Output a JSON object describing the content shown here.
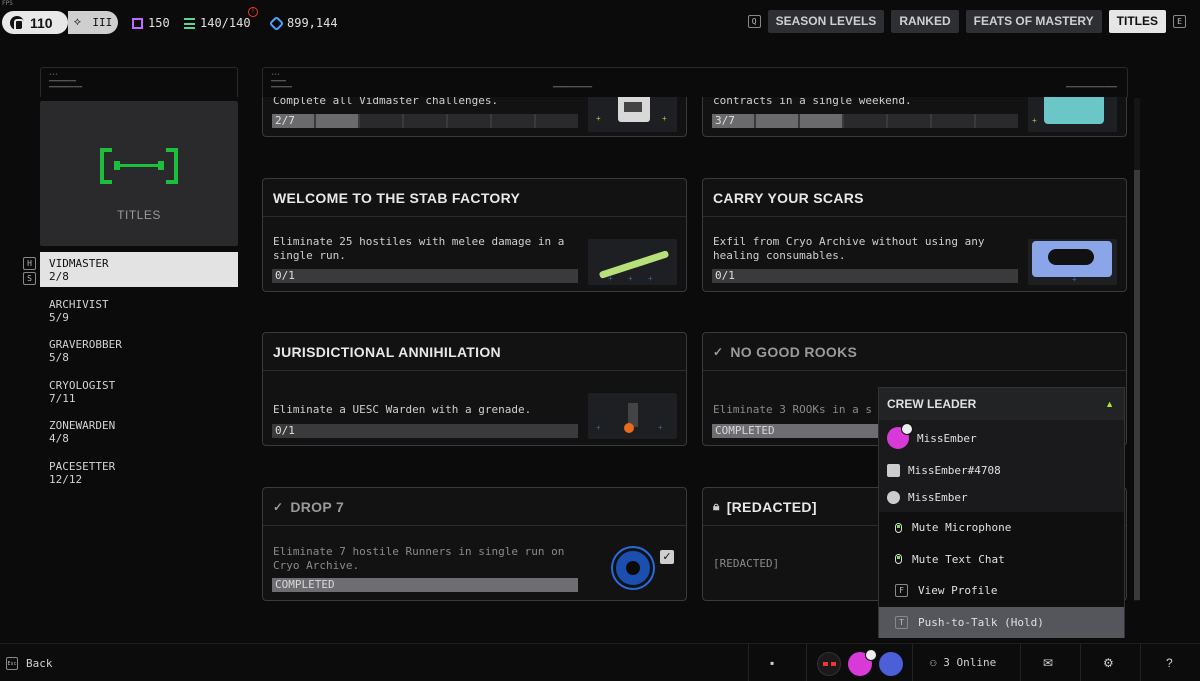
{
  "topbar": {
    "fps_label": "FPS",
    "level": "110",
    "rank_glyph": "III",
    "stat_keys": "150",
    "stat_stash": "140/140",
    "stat_credits": "899,144",
    "alert_glyph": "!",
    "tab_key_left": "Q",
    "tab_key_right": "E",
    "tabs": [
      "SEASON LEVELS",
      "RANKED",
      "FEATS OF MASTERY",
      "TITLES"
    ]
  },
  "sidebar": {
    "box_label": "TITLES",
    "hs_keys": [
      "H",
      "S"
    ],
    "categories": [
      {
        "name": "VIDMASTER",
        "progress": "2/8"
      },
      {
        "name": "ARCHIVIST",
        "progress": "5/9"
      },
      {
        "name": "GRAVEROBBER",
        "progress": "5/8"
      },
      {
        "name": "CRYOLOGIST",
        "progress": "7/11"
      },
      {
        "name": "ZONEWARDEN",
        "progress": "4/8"
      },
      {
        "name": "PACESETTER",
        "progress": "12/12"
      }
    ]
  },
  "cards": {
    "c1": {
      "desc": "Complete all Vidmaster challenges.",
      "progress": "2/7"
    },
    "c2": {
      "desc": "contracts in a single weekend.",
      "progress": "3/7"
    },
    "c3": {
      "title": "WELCOME TO THE STAB FACTORY",
      "desc": "Eliminate 25 hostiles with melee damage in a single run.",
      "progress": "0/1"
    },
    "c4": {
      "title": "CARRY YOUR SCARS",
      "desc": "Exfil from Cryo Archive without using any healing consumables.",
      "progress": "0/1"
    },
    "c5": {
      "title": "JURISDICTIONAL ANNIHILATION",
      "desc": "Eliminate a UESC Warden with a grenade.",
      "progress": "0/1"
    },
    "c6": {
      "title": "NO GOOD ROOKS",
      "desc": "Eliminate 3 ROOKs in a s",
      "progress": "COMPLETED"
    },
    "c7": {
      "title": "DROP 7",
      "desc": "Eliminate 7 hostile Runners in single run on Cryo Archive.",
      "progress": "COMPLETED"
    },
    "c8": {
      "title": "[REDACTED]",
      "desc": "[REDACTED]"
    }
  },
  "crew": {
    "header": "CREW LEADER",
    "player_name": "MissEmber",
    "platform_id_1": "MissEmber#4708",
    "platform_id_2": "MissEmber",
    "menu": [
      "Mute Microphone",
      "Mute Text Chat",
      "View Profile",
      "Push-to-Talk (Hold)"
    ],
    "menu_keys": [
      "",
      "",
      "F",
      "T"
    ]
  },
  "bottombar": {
    "back_key": "Esc",
    "back_label": "Back",
    "online": "3 Online",
    "help": "?"
  },
  "colors": {
    "accent_green": "#1bbf3b",
    "crew_pink": "#d83ad8",
    "tab_active": "#e6e6e6"
  }
}
